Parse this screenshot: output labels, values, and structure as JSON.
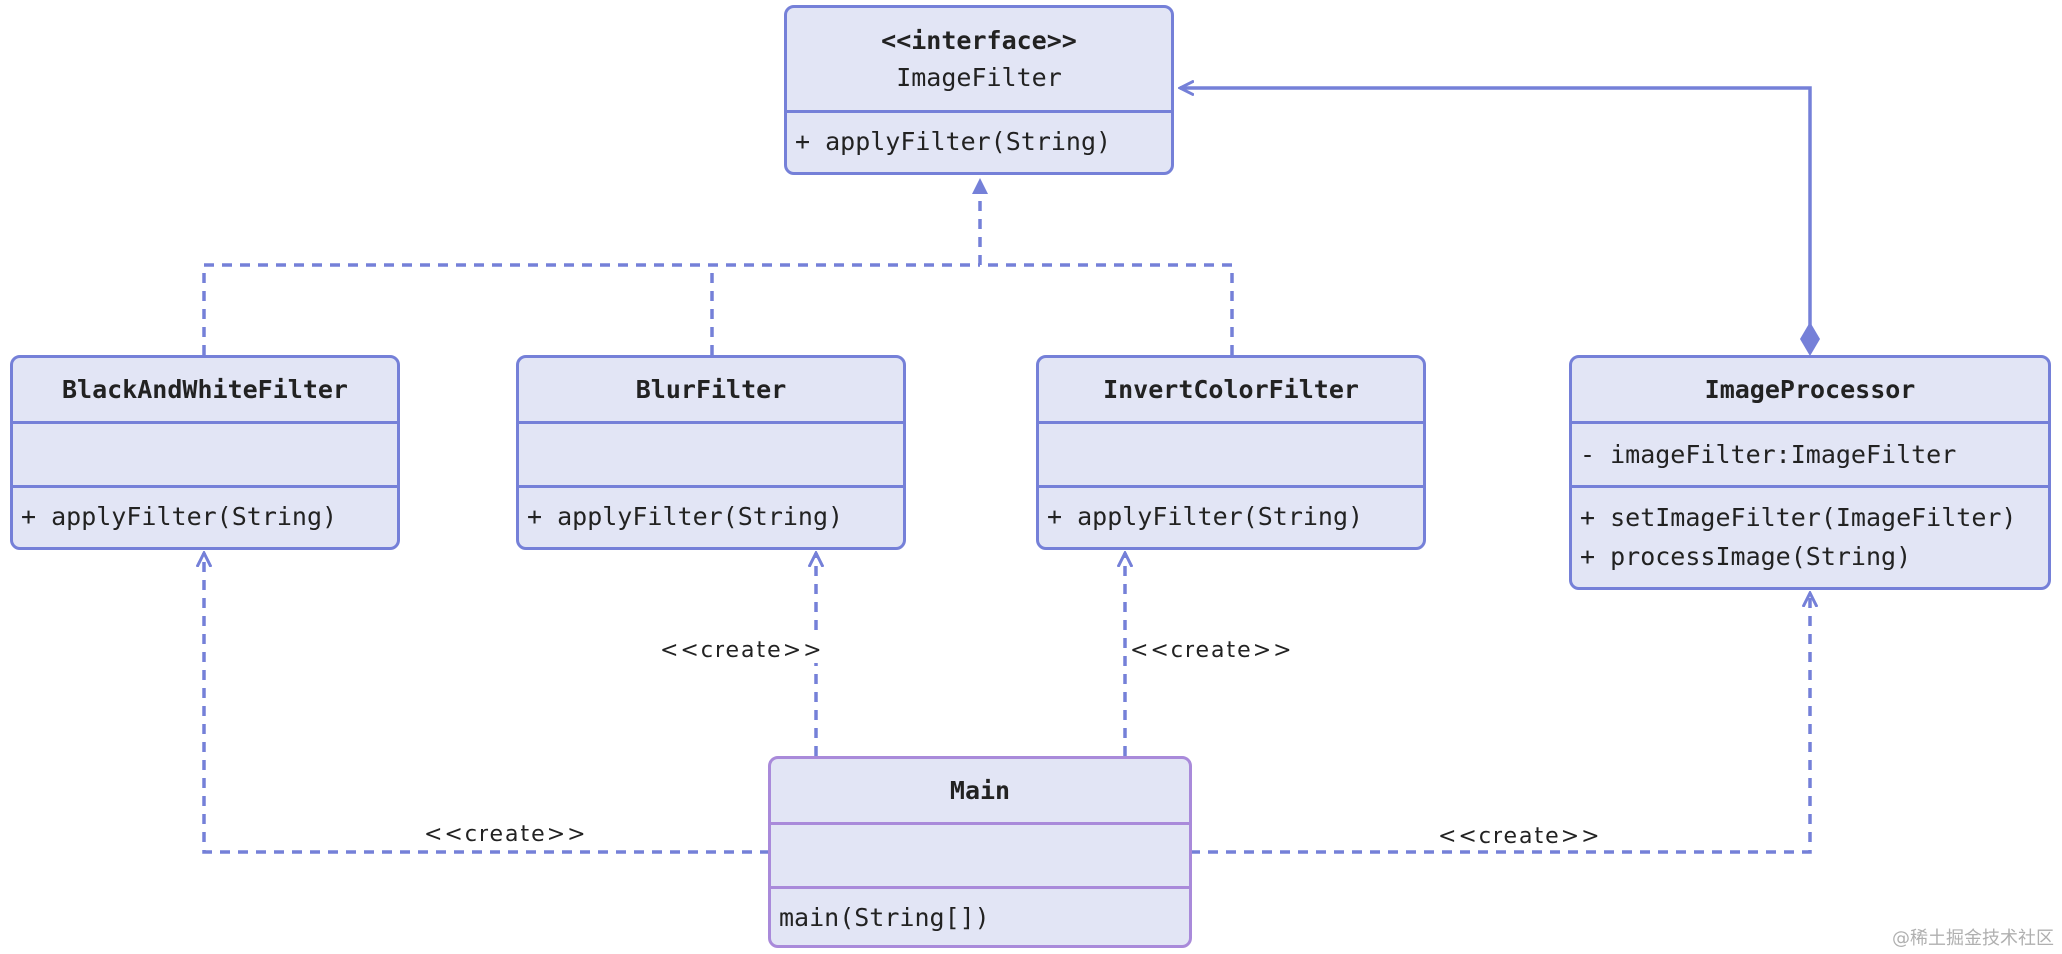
{
  "classes": {
    "image_filter": {
      "stereotype": "<<interface>>",
      "name": "ImageFilter",
      "methods": [
        "+ applyFilter(String)"
      ]
    },
    "black_and_white": {
      "name": "BlackAndWhiteFilter",
      "methods": [
        "+ applyFilter(String)"
      ]
    },
    "blur": {
      "name": "BlurFilter",
      "methods": [
        "+ applyFilter(String)"
      ]
    },
    "invert_color": {
      "name": "InvertColorFilter",
      "methods": [
        "+ applyFilter(String)"
      ]
    },
    "image_processor": {
      "name": "ImageProcessor",
      "attributes": [
        "- imageFilter:ImageFilter"
      ],
      "methods": [
        "+ setImageFilter(ImageFilter)",
        "+ processImage(String)"
      ]
    },
    "main": {
      "name": "Main",
      "methods": [
        "main(String[])"
      ]
    }
  },
  "relations": {
    "create_label": "<<create>>"
  },
  "watermark": "@稀土掘金技术社区",
  "colors": {
    "class_border": "#7580d8",
    "main_border": "#a98ada",
    "class_fill": "#e2e5f5",
    "edge": "#7580d8"
  }
}
